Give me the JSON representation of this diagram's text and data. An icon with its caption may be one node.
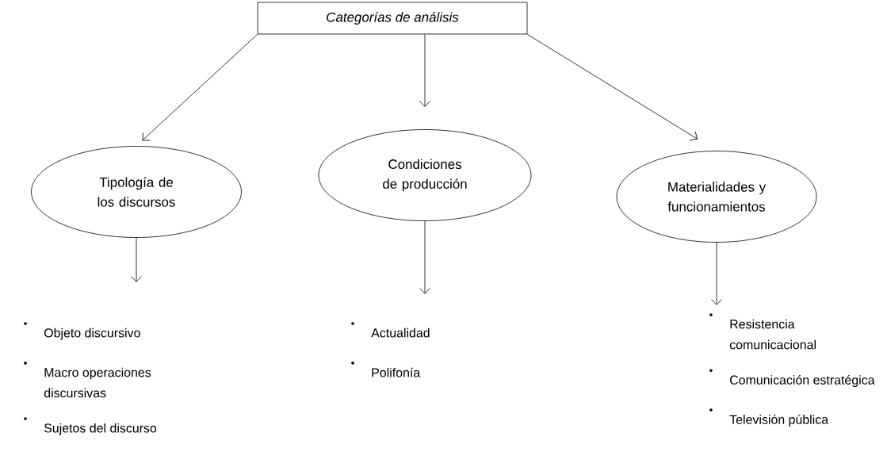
{
  "diagram": {
    "nodes": [
      {
        "text": [
          "Categorías de análisis"
        ]
      },
      {
        "text": [
          "Tipología de los discursos"
        ]
      },
      {
        "text": [
          "Condiciones de producción"
        ]
      },
      {
        "text": [
          "Materialidades y funcionamientos"
        ]
      },
      {
        "text": [
          "Objeto discursivo",
          "Macro operaciones discursivas",
          "Sujetos del discurso"
        ]
      },
      {
        "text": [
          "Actualidad",
          "Polifonía"
        ]
      },
      {
        "text": [
          "Resistencia comunicacional",
          "Comunicación estratégica",
          "Televisión pública"
        ]
      }
    ],
    "edges": [
      {
        "from": 0,
        "to": 1,
        "arrow": "to"
      },
      {
        "from": 0,
        "to": 2,
        "arrow": "to"
      },
      {
        "from": 0,
        "to": 3,
        "arrow": "to"
      },
      {
        "from": 1,
        "to": 4,
        "arrow": "to"
      },
      {
        "from": 2,
        "to": 5,
        "arrow": "to"
      },
      {
        "from": 3,
        "to": 6,
        "arrow": "to"
      }
    ]
  }
}
